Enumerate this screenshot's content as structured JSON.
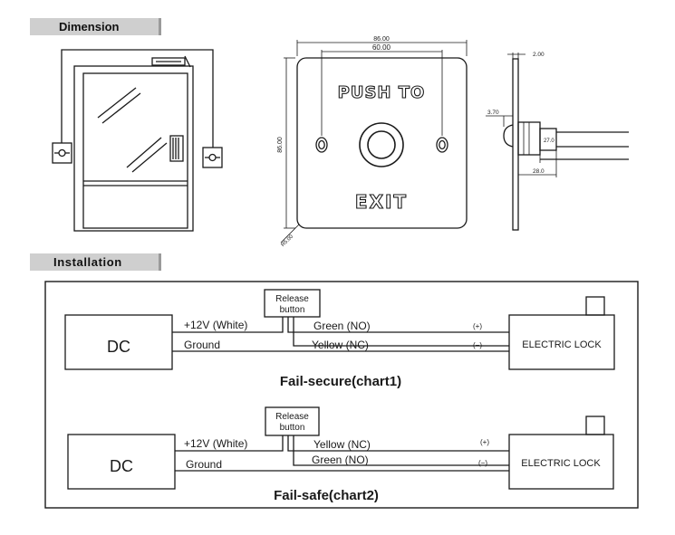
{
  "sections": {
    "dimension": "Dimension",
    "installation": "Installation"
  },
  "front_view": {
    "dim_outer_width": "86.00",
    "dim_hole_spacing": "60.00",
    "dim_height": "86.00",
    "dim_corner": "R5.00",
    "plate_text_top": "PUSH TO",
    "plate_text_bottom": "EXIT"
  },
  "side_view": {
    "dim_plate_thickness": "2.00",
    "dim_bezel": "3.70",
    "dim_body_length": "28.0",
    "dim_body_height": "27.0"
  },
  "chart1": {
    "dc_label": "DC",
    "switch_label_line1": "Release",
    "switch_label_line2": "button",
    "positive_wire": "+12V (White)",
    "negative_wire": "Ground",
    "contact_upper": "Green (NO)",
    "contact_lower": "Yellow (NC)",
    "polarity_upper": "(+)",
    "polarity_lower": "(−)",
    "lock_label": "ELECTRIC LOCK",
    "caption": "Fail-secure(chart1)"
  },
  "chart2": {
    "dc_label": "DC",
    "switch_label_line1": "Release",
    "switch_label_line2": "button",
    "positive_wire": "+12V (White)",
    "negative_wire": "Ground",
    "contact_upper": "Yellow (NC)",
    "contact_lower": "Green (NO)",
    "polarity_upper": "(+)",
    "polarity_lower": "(−)",
    "lock_label": "ELECTRIC LOCK",
    "caption": "Fail-safe(chart2)"
  },
  "colors": {
    "line": "#1a1a1a",
    "tab_bg": "#cfcfcf",
    "tab_shadow": "#9a9a9a",
    "background": "#ffffff"
  }
}
